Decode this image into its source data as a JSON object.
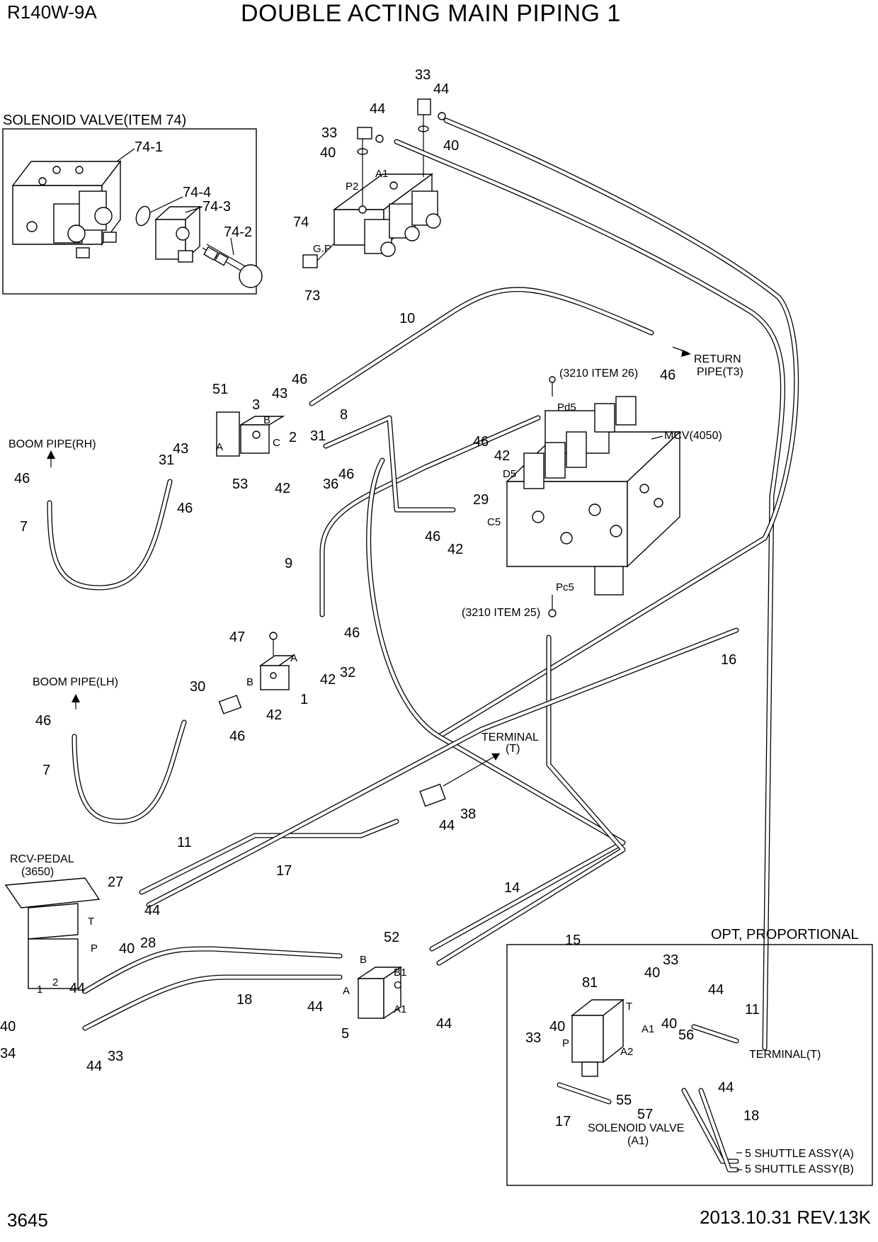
{
  "header": {
    "model": "R140W-9A",
    "title": "DOUBLE ACTING MAIN PIPING 1"
  },
  "footer": {
    "page_number": "3645",
    "revision": "2013.10.31  REV.13K"
  },
  "insets": {
    "solenoid_valve_title": "SOLENOID VALVE(ITEM 74)",
    "opt_proportional_title": "OPT, PROPORTIONAL"
  },
  "notes": {
    "boom_pipe_rh": "BOOM PIPE(RH)",
    "boom_pipe_lh": "BOOM PIPE(LH)",
    "return_pipe_1": "RETURN",
    "return_pipe_2": "PIPE(T3)",
    "item_3210_26": "(3210 ITEM 26)",
    "item_3210_25": "(3210 ITEM 25)",
    "mcv": "MCV(4050)",
    "terminal_1": "TERMINAL",
    "terminal_2": "(T)",
    "rcv_pedal_1": "RCV-PEDAL",
    "rcv_pedal_2": "(3650)",
    "terminal_t": "TERMINAL(T)",
    "solenoid_valve_a1_1": "SOLENOID VALVE",
    "solenoid_valve_a1_2": "(A1)",
    "shuttle_a": "5 SHUTTLE ASSY(A)",
    "shuttle_b": "5 SHUTTLE ASSY(B)"
  },
  "port_labels": [
    "A1",
    "P2",
    "G.P",
    "B",
    "C",
    "A",
    "Pd5",
    "D5",
    "C5",
    "Pc5",
    "A",
    "B",
    "T",
    "P",
    "1",
    "2",
    "B",
    "B1",
    "C",
    "A",
    "A1",
    "T",
    "P",
    "A1",
    "A2"
  ],
  "callouts": [
    "33",
    "44",
    "33",
    "44",
    "40",
    "40",
    "74",
    "73",
    "74-1",
    "74-4",
    "74-3",
    "74-2",
    "10",
    "46",
    "51",
    "3",
    "43",
    "46",
    "2",
    "31",
    "8",
    "43",
    "31",
    "53",
    "42",
    "36",
    "46",
    "46",
    "7",
    "46",
    "46",
    "42",
    "29",
    "46",
    "42",
    "9",
    "46",
    "47",
    "32",
    "42",
    "1",
    "30",
    "42",
    "46",
    "46",
    "7",
    "16",
    "38",
    "44",
    "11",
    "17",
    "27",
    "44",
    "28",
    "40",
    "14",
    "15",
    "52",
    "18",
    "44",
    "44",
    "40",
    "34",
    "33",
    "44",
    "44",
    "5",
    "81",
    "40",
    "33",
    "44",
    "11",
    "33",
    "40",
    "40",
    "56",
    "44",
    "55",
    "57",
    "17",
    "18"
  ]
}
